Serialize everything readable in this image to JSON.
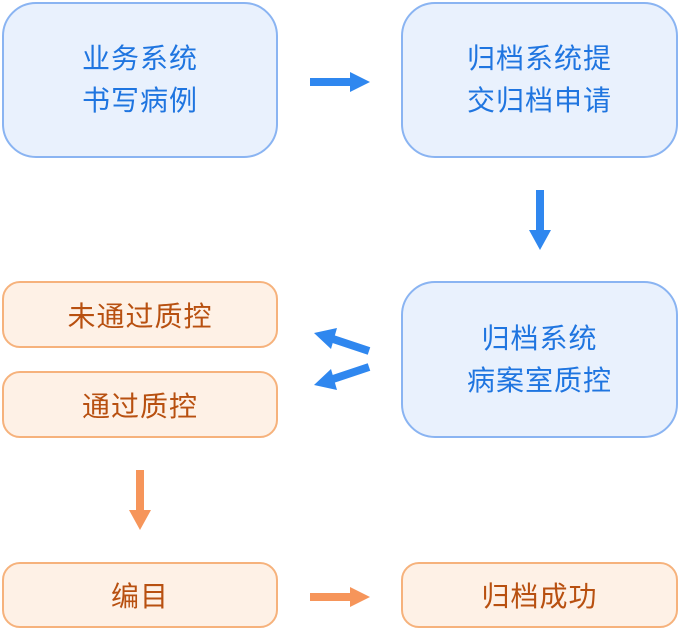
{
  "nodes": {
    "business_write": {
      "lines": [
        "业务系统",
        "书写病例"
      ]
    },
    "archive_submit": {
      "lines": [
        "归档系统提",
        "交归档申请"
      ]
    },
    "archive_qc": {
      "lines": [
        "归档系统",
        "病案室质控"
      ]
    },
    "qc_failed": {
      "label": "未通过质控"
    },
    "qc_passed": {
      "label": "通过质控"
    },
    "catalog": {
      "label": "编目"
    },
    "archive_success": {
      "label": "归档成功"
    }
  },
  "colors": {
    "blue_text": "#1f75e0",
    "blue_fill": "#e9f1fd",
    "blue_border": "#8ab4f2",
    "blue_arrow": "#2f87ef",
    "orange_text": "#b85010",
    "orange_fill": "#fef1e6",
    "orange_border": "#f6b27c",
    "orange_arrow": "#f6955a"
  }
}
